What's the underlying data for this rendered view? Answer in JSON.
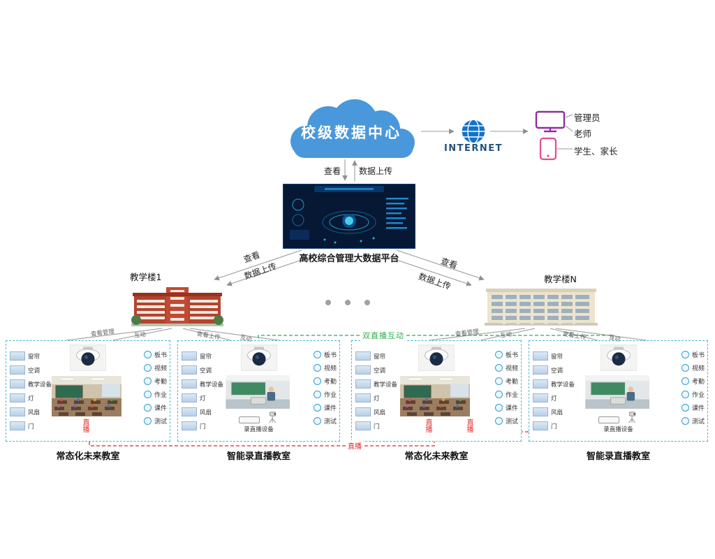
{
  "cloud": {
    "label": "校级数据中心"
  },
  "internet": {
    "label": "INTERNET"
  },
  "users": {
    "roles": [
      "管理员",
      "老师",
      "学生、家长"
    ]
  },
  "platform": {
    "caption": "高校综合管理大数据平台"
  },
  "flows": {
    "view": "查看",
    "upload": "数据上传",
    "view_manage": "查看管理",
    "interact": "互动",
    "view_upload": "查看上传",
    "dual_live": "双直播互动",
    "live": "直播"
  },
  "buildings": {
    "left": "教学楼1",
    "right": "教学楼N"
  },
  "classroom": {
    "devices": [
      "窗帘",
      "空调",
      "教学设备",
      "灯",
      "风扇",
      "门"
    ],
    "functions": [
      "板书",
      "视频",
      "考勤",
      "作业",
      "课件",
      "测试"
    ],
    "recorder": "录直播设备"
  },
  "panels": [
    {
      "caption": "常态化未来教室"
    },
    {
      "caption": "智能录直播教室"
    },
    {
      "caption": "常态化未来教室"
    },
    {
      "caption": "智能录直播教室"
    }
  ]
}
